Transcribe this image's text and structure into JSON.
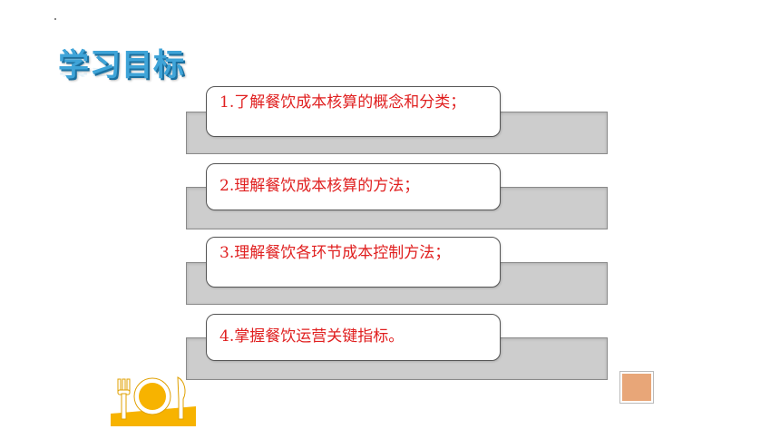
{
  "slide": {
    "title": "学习目标",
    "objectives": [
      "1.了解餐饮成本核算的概念和分类；",
      "2.理解餐饮成本核算的方法；",
      "3.理解餐饮各环节成本控制方法；",
      "4.掌握餐饮运营关键指标。"
    ]
  },
  "colors": {
    "title": "#3fa4d8",
    "objective_text": "#e02020",
    "bar": "#cdcdcd",
    "accent_square": "#e8a678",
    "icon_yellow": "#f7b300"
  },
  "icons": [
    "fork-plate-knife-icon"
  ]
}
